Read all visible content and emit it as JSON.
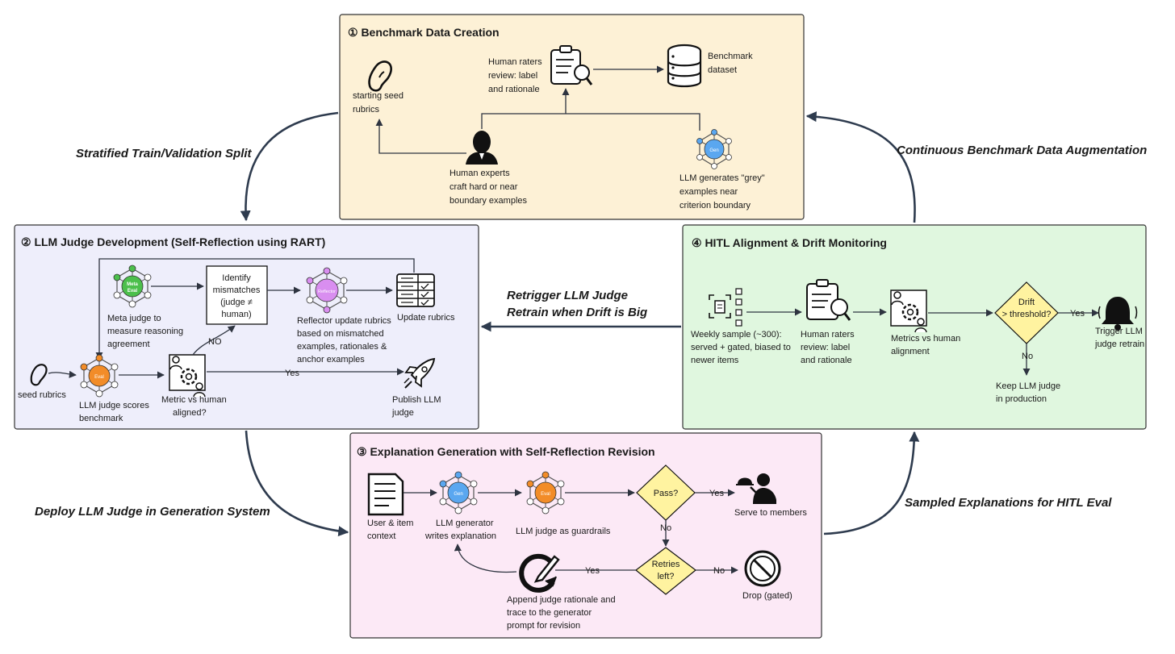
{
  "panels": {
    "p1": {
      "title": "① Benchmark Data Creation",
      "fill": "#fdf1d6"
    },
    "p2": {
      "title": "② LLM Judge Development (Self-Reflection using RART)",
      "fill": "#eeeefb"
    },
    "p3": {
      "title": "③ Explanation Generation with Self-Reflection Revision",
      "fill": "#fce9f6"
    },
    "p4": {
      "title": "④ HITL Alignment & Drift Monitoring",
      "fill": "#e0f7df"
    }
  },
  "flows": {
    "split": "Stratified Train/Validation Split",
    "augment": "Continuous Benchmark Data Augmentation",
    "deploy": "Deploy LLM Judge in Generation System",
    "sampled": "Sampled Explanations for HITL Eval",
    "retrigger_1": "Retrigger LLM Judge",
    "retrigger_2": "Retrain when Drift is Big"
  },
  "p1": {
    "seed": [
      "starting seed",
      "rubrics"
    ],
    "raters": [
      "Human raters",
      "review: label",
      "and rationale"
    ],
    "dataset": [
      "Benchmark",
      "dataset"
    ],
    "experts": [
      "Human experts",
      "craft hard or near",
      "boundary examples"
    ],
    "llm_gen": [
      "LLM generates \"grey\"",
      "examples near",
      "criterion boundary"
    ]
  },
  "p2": {
    "meta_badge": [
      "Meta",
      "Eval"
    ],
    "meta_caption": [
      "Meta judge to",
      "measure reasoning",
      "agreement"
    ],
    "mismatch": [
      "Identify",
      "mismatches",
      "(judge ≠",
      "human)"
    ],
    "reflector_badge": "Reflector",
    "reflector_caption": [
      "Reflector update rubrics",
      "based on mismatched",
      "examples, rationales &",
      "anchor examples"
    ],
    "update": "Update rubrics",
    "seed": "seed rubrics",
    "eval_badge": "Eval",
    "judge_caption": [
      "LLM judge scores",
      "benchmark"
    ],
    "metric_caption": [
      "Metric vs  human",
      "aligned?"
    ],
    "no": "NO",
    "yes": "Yes",
    "publish": [
      "Publish LLM",
      "judge"
    ]
  },
  "p4": {
    "weekly": [
      "Weekly sample (~300):",
      "served + gated, biased to",
      "newer items"
    ],
    "raters": [
      "Human raters",
      "review: label",
      "and rationale"
    ],
    "metrics": [
      "Metrics vs human",
      "alignment"
    ],
    "drift": [
      "Drift",
      "> threshold?"
    ],
    "yes": "Yes",
    "no": "No",
    "trigger": [
      "Trigger LLM",
      "judge retrain"
    ],
    "keep": [
      "Keep LLM judge",
      "in production"
    ]
  },
  "p3": {
    "context": [
      "User & item",
      "context"
    ],
    "gen_badge": "Gen",
    "gen_caption": [
      "LLM generator",
      "writes explanation"
    ],
    "eval_badge": "Eval",
    "guard_caption": "LLM judge as guardrails",
    "pass": "Pass?",
    "yes": "Yes",
    "serve": "Serve to members",
    "no": "No",
    "retries": [
      "Retries",
      "left?"
    ],
    "no2": "No",
    "drop": "Drop (gated)",
    "yes2": "Yes",
    "append": [
      "Append judge rationale and",
      "trace to the generator",
      "prompt for revision"
    ]
  },
  "p1_gen_badge": "Gen",
  "colors": {
    "diamond": "#fff3a0",
    "eval_orange": "#f28c28",
    "meta_green": "#4cbf4c",
    "reflector_purple": "#d98ef0",
    "gen_blue": "#5aa7f0",
    "edge_dark": "#2e3b4e"
  },
  "icons": [
    "bean-icon",
    "clipboard-magnifier-icon",
    "database-icon",
    "person-icon",
    "llm-network-icon",
    "rubric-table-icon",
    "metric-people-gear-icon",
    "rocket-icon",
    "scan-document-icon",
    "bell-icon",
    "document-icon",
    "waiter-icon",
    "edit-refresh-icon",
    "prohibited-icon"
  ]
}
